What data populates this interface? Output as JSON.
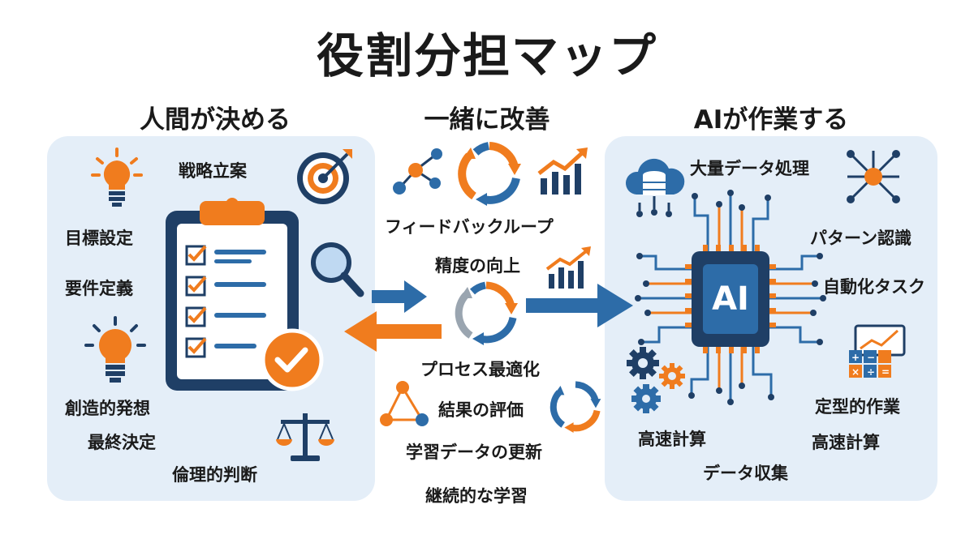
{
  "title": "役割分担マップ",
  "sections": {
    "human": {
      "heading": "人間が決める",
      "labels": {
        "strategy": "戦略立案",
        "goal": "目標設定",
        "requirements": "要件定義",
        "creative": "創造的発想",
        "final": "最終決定",
        "ethics": "倫理的判断"
      }
    },
    "shared": {
      "heading": "一緒に改善",
      "labels": {
        "feedback": "フィードバックループ",
        "accuracy": "精度の向上",
        "process": "プロセス最適化",
        "evaluation": "結果の評価",
        "data_update": "学習データの更新",
        "continuous": "継続的な学習"
      }
    },
    "ai": {
      "heading": "AIが作業する",
      "chip_label": "AI",
      "labels": {
        "big_data": "大量データ処理",
        "pattern": "パターン認識",
        "automation": "自動化タスク",
        "routine": "定型的作業",
        "compute_left": "高速計算",
        "compute_right": "高速計算",
        "collection": "データ収集"
      }
    }
  },
  "colors": {
    "panel": "#e4eef8",
    "navy": "#1f3f66",
    "blue": "#2d6ca8",
    "orange": "#f07c1e"
  }
}
